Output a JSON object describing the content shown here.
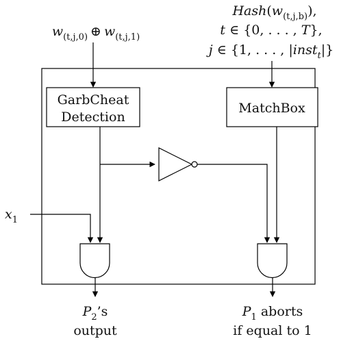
{
  "inputs": {
    "w_xor": {
      "w1": "w",
      "w1_sub": "(t,j,0)",
      "op": "⊕",
      "w2": "w",
      "w2_sub": "(t,j,1)"
    },
    "hash": {
      "line1_fn": "Hash",
      "line1_open": "(",
      "line1_w": "w",
      "line1_sub": "(t,j,b)",
      "line1_close": "),",
      "line2_var": "t",
      "line2_rest": " ∈ {0, . . . , ",
      "line2_T": "T",
      "line2_end": "},",
      "line3_var": "j",
      "line3_rest": " ∈ {1, . . . , |",
      "line3_inst": "inst",
      "line3_sub": "t",
      "line3_end": "|}"
    },
    "x1": {
      "var": "x",
      "sub": "1"
    }
  },
  "boxes": {
    "garb_line1": "GarbCheat",
    "garb_line2": "Detection",
    "matchbox": "MatchBox"
  },
  "outputs": {
    "left_line1_var": "P",
    "left_line1_sub": "2",
    "left_line1_rest": "’s",
    "left_line2": "output",
    "right_line1_var": "P",
    "right_line1_sub": "1",
    "right_line1_rest": " aborts",
    "right_line2": "if equal to 1"
  }
}
